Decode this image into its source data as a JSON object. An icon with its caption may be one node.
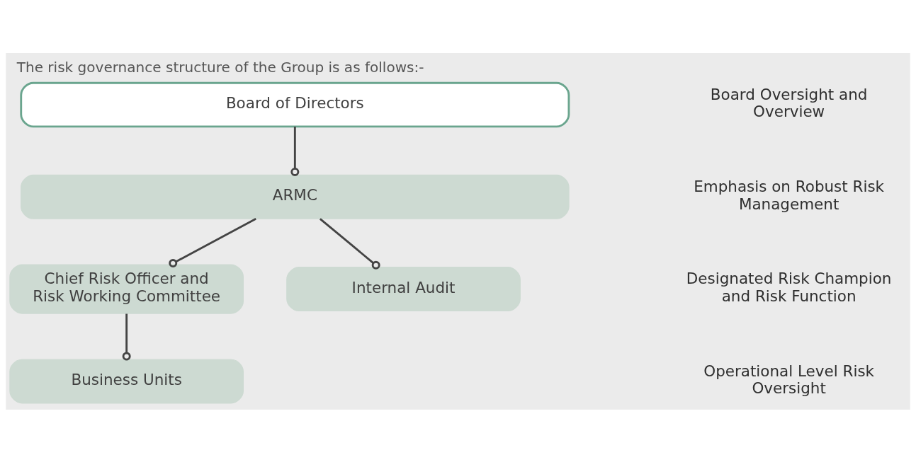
{
  "diagram": {
    "title": "The risk governance structure of the Group is as follows:-",
    "nodes": [
      {
        "text": [
          "Board of Directors"
        ]
      },
      {
        "text": [
          "ARMC"
        ]
      },
      {
        "text": [
          "Chief Risk Officer and Risk Working Committee"
        ]
      },
      {
        "text": [
          "Internal Audit"
        ]
      },
      {
        "text": [
          "Business Units"
        ]
      }
    ],
    "edges": [
      {
        "from": 0,
        "to": 1,
        "arrow": "other"
      },
      {
        "from": 1,
        "to": 2,
        "arrow": "other"
      },
      {
        "from": 1,
        "to": 3,
        "arrow": "other"
      },
      {
        "from": 2,
        "to": 4,
        "arrow": "other"
      }
    ],
    "labels": [
      "Board Oversight and Overview",
      "Emphasis on Robust Risk Management",
      "Designated Risk Champion and Risk Function",
      "Operational Level Risk Oversight"
    ]
  }
}
